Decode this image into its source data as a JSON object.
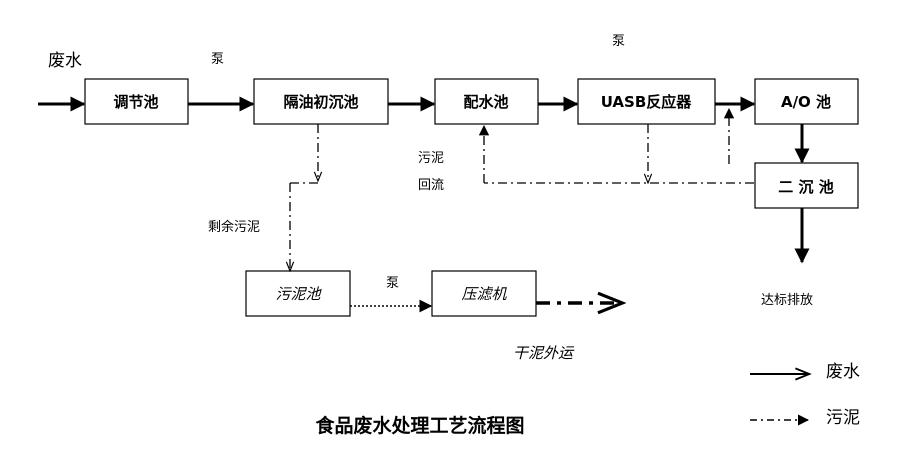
{
  "units": {
    "tiaojie": "调节池",
    "geyou": "隔油初沉池",
    "peishui": "配水池",
    "uasb": "UASB反应器",
    "ao": "A/O 池",
    "erchen": "二 沉 池",
    "wunichi": "污泥池",
    "yalvji": "压滤机"
  },
  "labels": {
    "feishui_in": "废水",
    "pump1": "泵",
    "pump2": "泵",
    "pump3": "泵",
    "sludge_return_1": "污泥",
    "sludge_return_2": "回流",
    "excess_sludge": "剩余污泥",
    "discharge": "达标排放",
    "dry_sludge": "干泥外运"
  },
  "legend": {
    "water": "废水",
    "sludge": "污泥"
  },
  "title": "食品废水处理工艺流程图"
}
